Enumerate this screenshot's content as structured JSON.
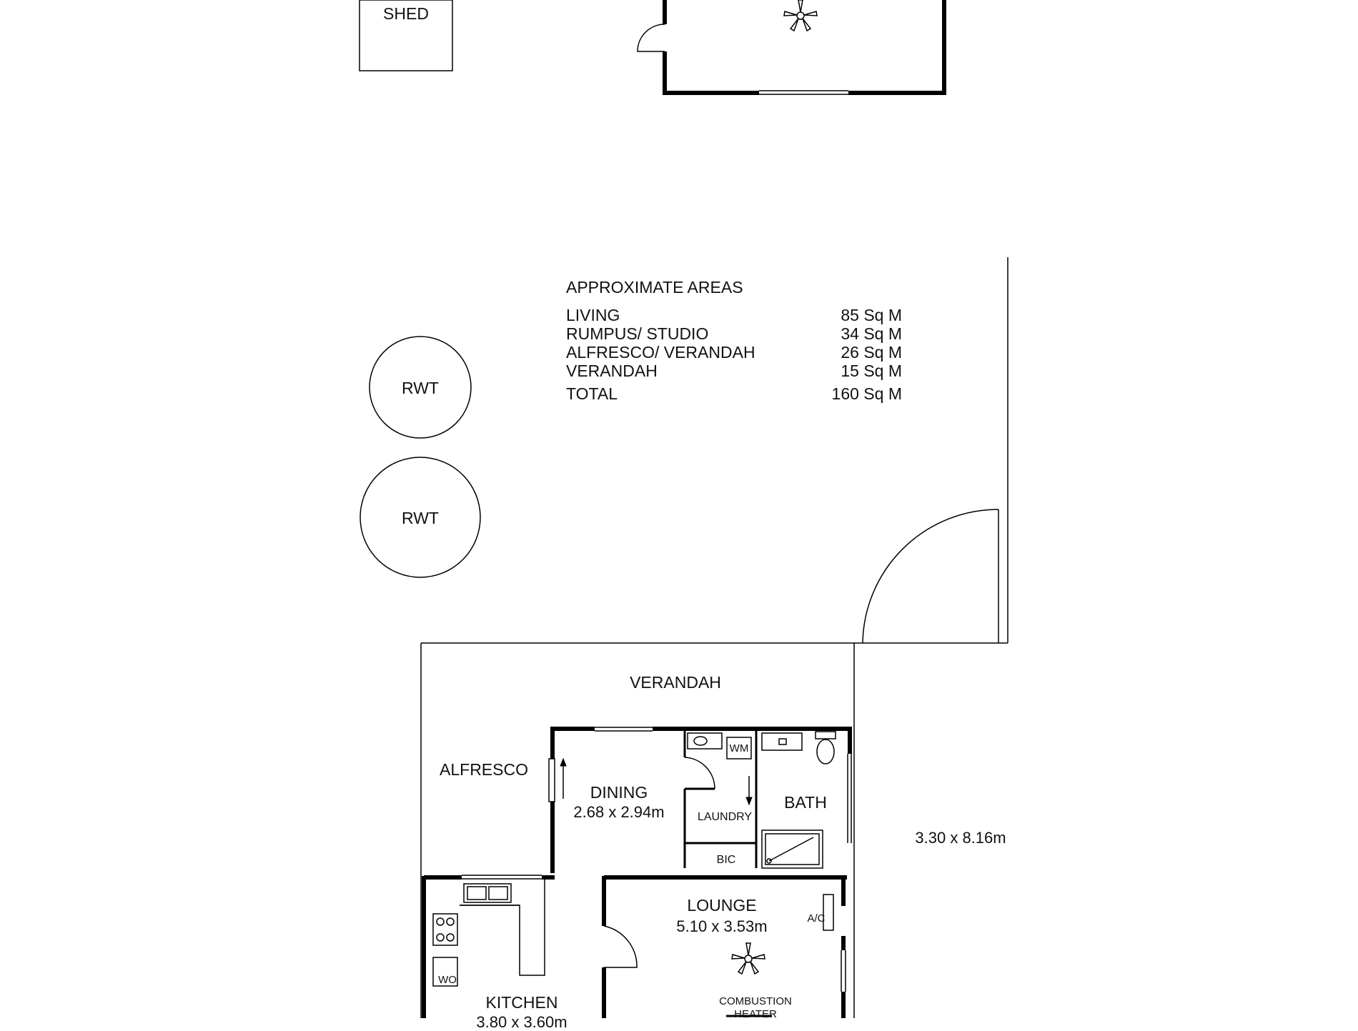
{
  "labels": {
    "shed": "SHED",
    "rwt_1": "RWT",
    "rwt_2": "RWT",
    "verandah": "VERANDAH",
    "alfresco": "ALFRESCO",
    "dining": "DINING",
    "dining_dim": "2.68 x 2.94m",
    "laundry": "LAUNDRY",
    "wm": "WM",
    "bic": "BIC",
    "bath": "BATH",
    "rumpus_dim": "3.30 x 8.16m",
    "lounge": "LOUNGE",
    "lounge_dim": "5.10 x 3.53m",
    "ac": "A/C",
    "combustion_heater": "COMBUSTION HEATER",
    "kitchen": "KITCHEN",
    "kitchen_dim": "3.80 x 3.60m",
    "wo": "WO"
  },
  "areas": {
    "heading": "APPROXIMATE AREAS",
    "rows": [
      {
        "name": "LIVING",
        "value": "85 Sq M"
      },
      {
        "name": "RUMPUS/ STUDIO",
        "value": "34 Sq M"
      },
      {
        "name": "ALFRESCO/ VERANDAH",
        "value": "26 Sq M"
      },
      {
        "name": "VERANDAH",
        "value": "15 Sq M"
      }
    ],
    "total": {
      "name": "TOTAL",
      "value": "160 Sq M"
    }
  },
  "colors": {
    "line": "#000000",
    "background": "#ffffff"
  }
}
